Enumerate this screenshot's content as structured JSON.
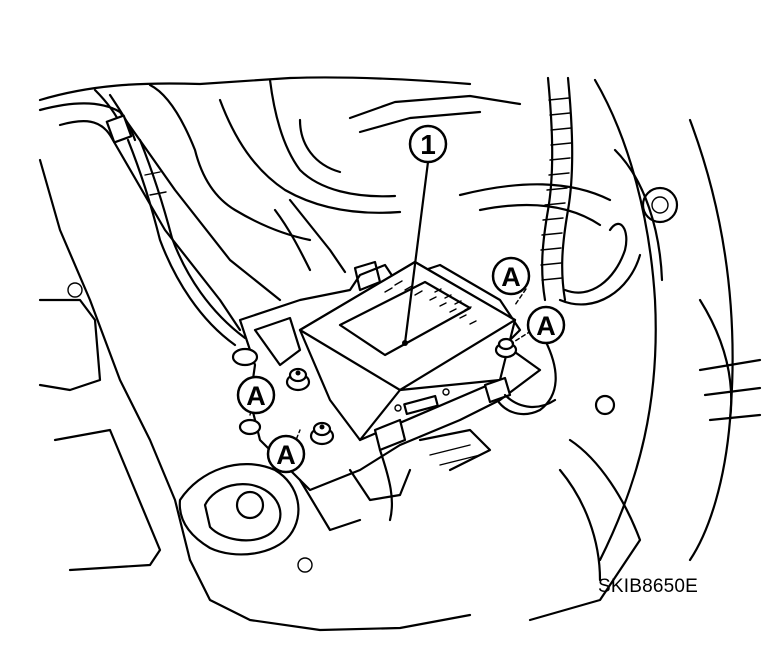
{
  "figure_code": "SKIB8650E",
  "callouts": {
    "component_number": "1",
    "fastener_letter": "A"
  }
}
